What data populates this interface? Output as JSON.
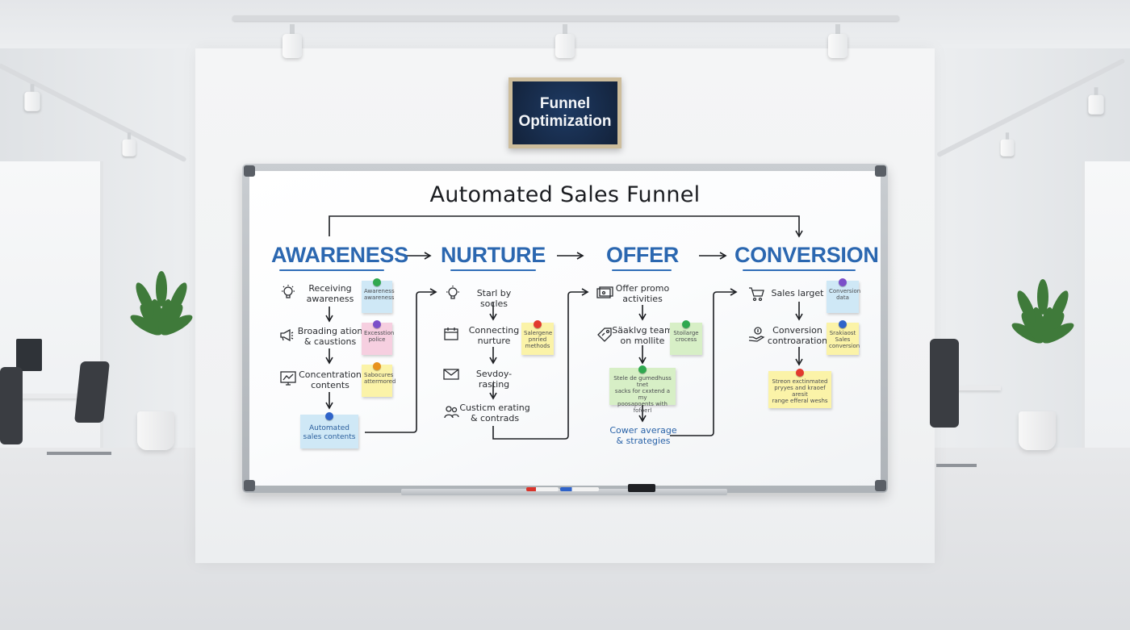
{
  "sign": {
    "text": "Funnel\nOptimization"
  },
  "board": {
    "title": "Automated Sales Funnel",
    "stages": [
      {
        "label": "AWARENESS"
      },
      {
        "label": "NURTURE"
      },
      {
        "label": "OFFER"
      },
      {
        "label": "CONVERSION"
      }
    ],
    "awareness_steps": [
      "Receiving\nawareness",
      "Broading ation\n& caustions",
      "Concentration\ncontents"
    ],
    "awareness_notes": [
      "Awareness\nawareness",
      "Excesstion\npolice",
      "Sabocures\nattermored",
      "Automated\nsales contents"
    ],
    "nurture_steps": [
      "Starl by socles",
      "Connecting\nnurture",
      "Sevdoy-rasting",
      "Custicm erating\n& contrads"
    ],
    "nurture_notes": [
      "Salergene\npnried\nmethods"
    ],
    "offer_steps": [
      "Offer promo\nactivities",
      "Säaklvg team\non mollite",
      "Cower average\n& strategies"
    ],
    "offer_notes": [
      "Stoilarge\ncrocess",
      "Stele de gumedhuss tnet\nsacks for cxxtend a my\npoosapoents with fofoerl"
    ],
    "conversion_steps": [
      "Sales larget",
      "Conversion\ncontroaration"
    ],
    "conversion_notes": [
      "Conversion\ndata",
      "Srakiaost\nSales\nconversion",
      "Streon exctinmated\npryyes and kraoef aresit\nrange efferal weshs"
    ]
  },
  "colors": {
    "stage_blue": "#2b67b0",
    "note_blue": "#cfe8f6",
    "note_pink": "#f6cfe0",
    "note_yellow": "#fbf3a8",
    "note_green": "#d7efc6",
    "pin_green": "#2fa84f",
    "pin_purple": "#7b4fc9",
    "pin_orange": "#e8921e",
    "pin_blue": "#2f63c9",
    "pin_red": "#e23a2f"
  }
}
